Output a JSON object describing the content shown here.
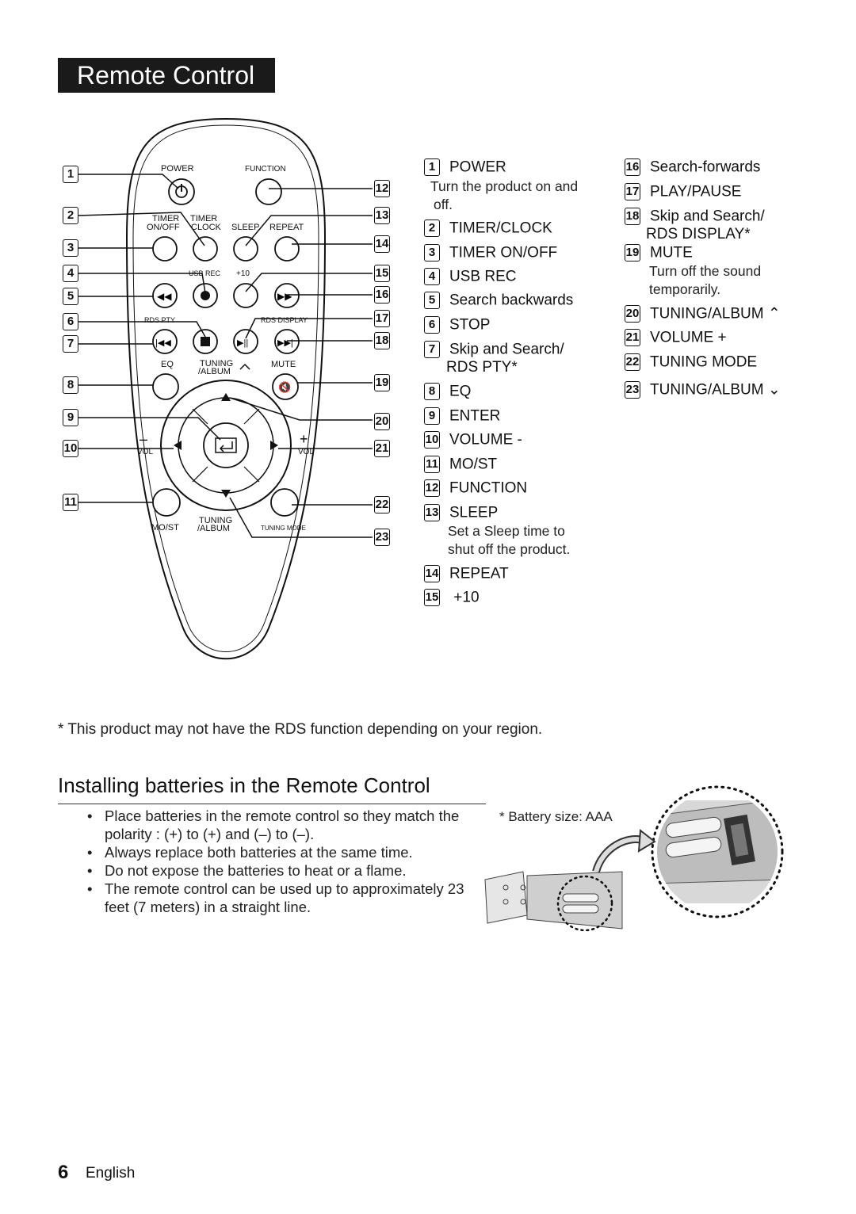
{
  "title": "Remote Control",
  "remote_labels": {
    "power": "POWER",
    "function": "FUNCTION",
    "timer_on_off_1": "TIMER",
    "timer_on_off_2": "ON/OFF",
    "timer_clock_1": "TIMER",
    "timer_clock_2": "CLOCK",
    "sleep": "SLEEP",
    "repeat": "REPEAT",
    "usb_rec": "USB REC",
    "plus10": "+10",
    "rds_pty": "RDS PTY",
    "rds_display": "RDS DISPLAY",
    "eq": "EQ",
    "tuning_album_up_1": "TUNING",
    "tuning_album_up_2": "/ALBUM",
    "mute": "MUTE",
    "vol_minus_sign": "–",
    "vol_plus_sign": "+",
    "vol_left": "VOL",
    "vol_right": "VOL",
    "mo_st": "MO/ST",
    "tuning_album_down_1": "TUNING",
    "tuning_album_down_2": "/ALBUM",
    "tuning_mode": "TUNING MODE"
  },
  "callout_numbers": [
    "1",
    "2",
    "3",
    "4",
    "5",
    "6",
    "7",
    "8",
    "9",
    "10",
    "11",
    "12",
    "13",
    "14",
    "15",
    "16",
    "17",
    "18",
    "19",
    "20",
    "21",
    "22",
    "23"
  ],
  "items_col1": [
    {
      "num": "1",
      "label": "POWER",
      "desc": [
        "Turn the product on and",
        "off."
      ]
    },
    {
      "num": "2",
      "label": "TIMER/CLOCK"
    },
    {
      "num": "3",
      "label": "TIMER ON/OFF"
    },
    {
      "num": "4",
      "label": "USB REC"
    },
    {
      "num": "5",
      "label": "Search backwards"
    },
    {
      "num": "6",
      "label": "STOP"
    },
    {
      "num": "7",
      "label": "Skip and Search/",
      "label2": "RDS PTY*"
    },
    {
      "num": "8",
      "label": "EQ"
    },
    {
      "num": "9",
      "label": "ENTER"
    },
    {
      "num": "10",
      "label": "VOLUME -"
    },
    {
      "num": "11",
      "label": "MO/ST"
    },
    {
      "num": "12",
      "label": "FUNCTION"
    },
    {
      "num": "13",
      "label": "SLEEP",
      "desc": [
        "Set a Sleep time to",
        "shut off the product."
      ]
    },
    {
      "num": "14",
      "label": "REPEAT"
    },
    {
      "num": "15",
      "label": " +10"
    }
  ],
  "items_col2": [
    {
      "num": "16",
      "label": "Search-forwards"
    },
    {
      "num": "17",
      "label": "PLAY/PAUSE"
    },
    {
      "num": "18",
      "label": "Skip and Search/",
      "label2": "RDS DISPLAY*"
    },
    {
      "num": "19",
      "label": "MUTE",
      "desc": [
        "Turn off the sound",
        "temporarily."
      ]
    },
    {
      "num": "20",
      "label": "TUNING/ALBUM ⌃"
    },
    {
      "num": "21",
      "label": "VOLUME +"
    },
    {
      "num": "22",
      "label": "TUNING MODE"
    },
    {
      "num": "23",
      "label": "TUNING/ALBUM ⌄"
    }
  ],
  "footnote": "*  This product may not have the  RDS function depending on your region.",
  "battery_section": {
    "title": "Installing batteries in the Remote Control",
    "bullets": [
      "Place batteries in the remote control so they match the polarity : (+) to (+) and (–) to (–).",
      "Always replace both batteries at the same time.",
      "Do not expose the batteries to heat or a flame.",
      "The remote control can be used up to approximately 23 feet (7 meters) in a straight line."
    ],
    "battery_note": "* Battery size: AAA"
  },
  "footer": {
    "page_number": "6",
    "language": "English"
  }
}
